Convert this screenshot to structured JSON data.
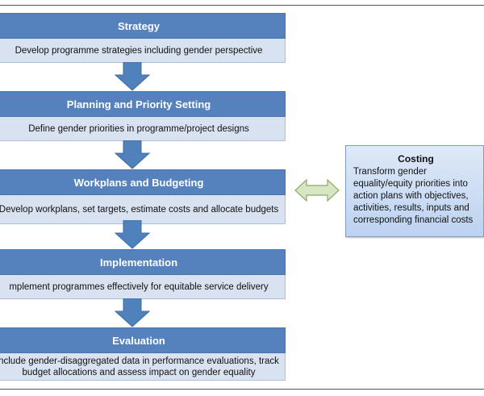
{
  "stages": [
    {
      "title": "Strategy",
      "text": "Develop programme strategies including gender perspective"
    },
    {
      "title": "Planning and Priority Setting",
      "text": "Define gender priorities in programme/project designs"
    },
    {
      "title": "Workplans and Budgeting",
      "text": "Develop workplans, set targets, estimate costs and allocate budgets"
    },
    {
      "title": "Implementation",
      "text": "mplement programmes effectively for equitable service delivery"
    },
    {
      "title": "Evaluation",
      "text": "nclude gender-disaggregated data in performance evaluations, track budget allocations and assess impact on gender equality"
    }
  ],
  "costing": {
    "title": "Costing",
    "text": "Transform gender equality/equity priorities into action plans with objectives, activities, results, inputs and corresponding financial costs"
  },
  "colors": {
    "header_blue": "#5582bd",
    "body_light": "#d9e2f0",
    "arrow_blue": "#4f81bd",
    "double_arrow_fill": "#d8e6c3",
    "double_arrow_stroke": "#8aaa6a"
  }
}
